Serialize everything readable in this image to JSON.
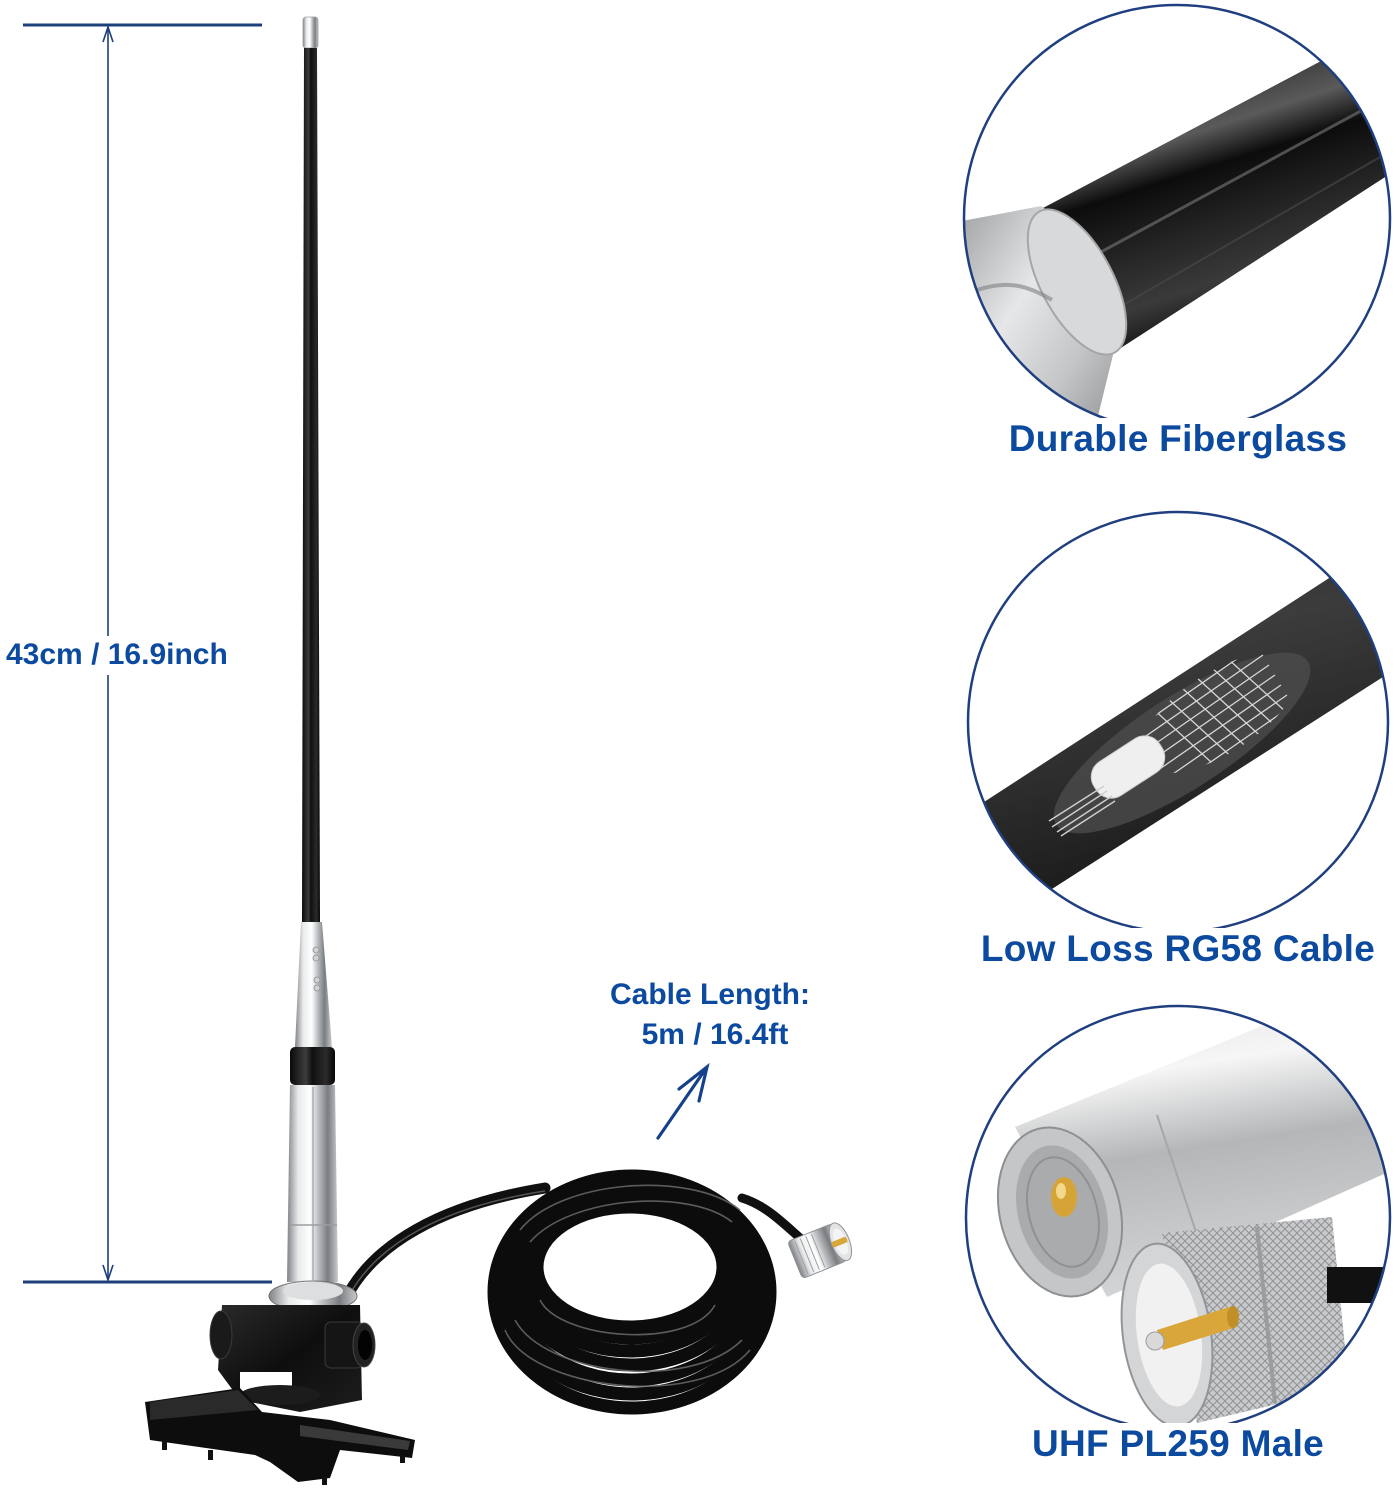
{
  "dimension": {
    "label": "43cm / 16.9inch"
  },
  "cable_callout": {
    "title": "Cable Length:",
    "value": "5m / 16.4ft"
  },
  "features": [
    {
      "label": "Durable Fiberglass",
      "icon": "fiberglass-rod-closeup"
    },
    {
      "label": "Low Loss RG58 Cable",
      "icon": "rg58-cable-cutaway"
    },
    {
      "label": "UHF PL259 Male",
      "icon": "pl259-connector-closeup"
    }
  ],
  "colors": {
    "accent": "#0b4a9e",
    "circle_stroke": "#1f3f80",
    "dimension_line": "#1d3f7a",
    "background": "#ffffff"
  }
}
